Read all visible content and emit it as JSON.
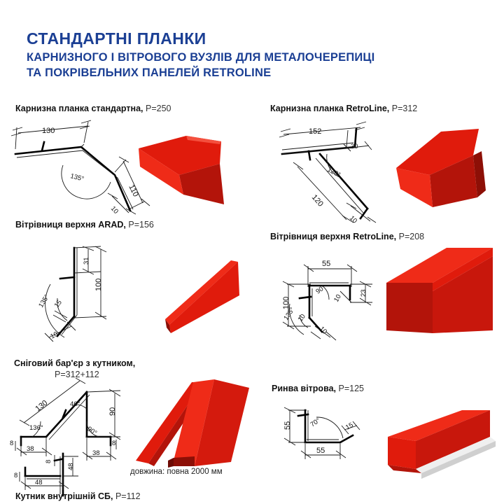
{
  "title": {
    "main": "СТАНДАРТНІ ПЛАНКИ",
    "sub_line1": "КАРНИЗНОГО І ВІТРОВОГО ВУЗЛІВ ДЛЯ МЕТАЛОЧЕРЕПИЦІ",
    "sub_line2": "ТА ПОКРІВЕЛЬНИХ ПАНЕЛЕЙ RETROLINE",
    "color": "#1b3f94"
  },
  "colors": {
    "accent_blue": "#1b3f94",
    "metal_red_light": "#ef2b18",
    "metal_red": "#e01b0c",
    "metal_red_dark": "#b3140a",
    "metal_red_darker": "#8d0f06",
    "metal_white": "#efefef",
    "line_black": "#1a1a1a"
  },
  "sections": [
    {
      "id": "karnyzna-standard",
      "name": "Карнизна планка стандартна,",
      "p_value": "Р=250",
      "dims": [
        "130",
        "135°",
        "110",
        "10"
      ]
    },
    {
      "id": "karnyzna-retroline",
      "name": "Карнизна планка RetroLine,",
      "p_value": "Р=312",
      "dims": [
        "152",
        "30",
        "120°",
        "120",
        "10"
      ]
    },
    {
      "id": "vitrivnytsia-arad",
      "name": "Вітрівниця верхня ARAD,",
      "p_value": "Р=156",
      "dims": [
        "31",
        "100",
        "135°",
        "15",
        "10"
      ]
    },
    {
      "id": "vitrivnytsia-retroline",
      "name": "Вітрівниця верхня RetroLine,",
      "p_value": "Р=208",
      "dims": [
        "55",
        "90°",
        "10",
        "23",
        "100",
        "135°",
        "10",
        "10"
      ]
    },
    {
      "id": "snihovyi-barier",
      "name": "Сніговий бар'єр з кутником,",
      "p_value": "Р=312+112",
      "dims": [
        "130",
        "136°",
        "46°",
        "90°",
        "90",
        "8",
        "38",
        "8",
        "38",
        "8",
        "48",
        "48"
      ],
      "note": "довжина: повна 2000 мм"
    },
    {
      "id": "rynva-vitrova",
      "name": "Ринва вітрова,",
      "p_value": "Р=125",
      "dims": [
        "55",
        "70°",
        "15",
        "55"
      ]
    },
    {
      "id": "kutnyk-vnutrishnii",
      "name": "Кутник внутрішній СБ,",
      "p_value": "Р=112"
    }
  ],
  "dim_labels": {
    "d130": "130",
    "d135deg": "135°",
    "d110": "110",
    "d10": "10",
    "d152": "152",
    "d30": "30",
    "d120deg": "120°",
    "d120": "120",
    "d31": "31",
    "d100": "100",
    "d15": "15",
    "d55": "55",
    "d90deg": "90°",
    "d23": "23",
    "d136deg": "136°",
    "d46deg": "46°",
    "d90": "90",
    "d8": "8",
    "d38": "38",
    "d48": "48",
    "d70deg": "70°"
  }
}
